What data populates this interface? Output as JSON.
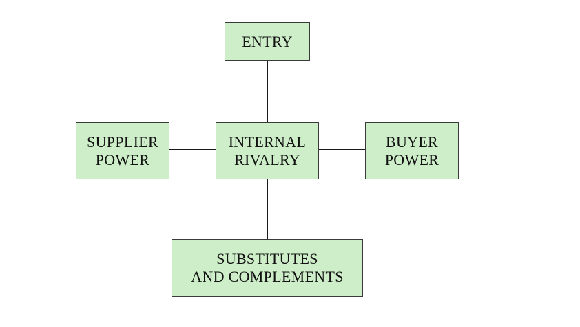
{
  "diagram": {
    "colors": {
      "box_fill": "#cdeec8",
      "box_border": "#3a3a3a",
      "line": "#1a1a1a"
    },
    "nodes": {
      "entry": {
        "lines": [
          "ENTRY"
        ]
      },
      "supplier_power": {
        "lines": [
          "SUPPLIER",
          "POWER"
        ]
      },
      "internal_rivalry": {
        "lines": [
          "INTERNAL",
          "RIVALRY"
        ]
      },
      "buyer_power": {
        "lines": [
          "BUYER",
          "POWER"
        ]
      },
      "substitutes_complements": {
        "lines": [
          "SUBSTITUTES",
          "AND COMPLEMENTS"
        ]
      }
    }
  }
}
